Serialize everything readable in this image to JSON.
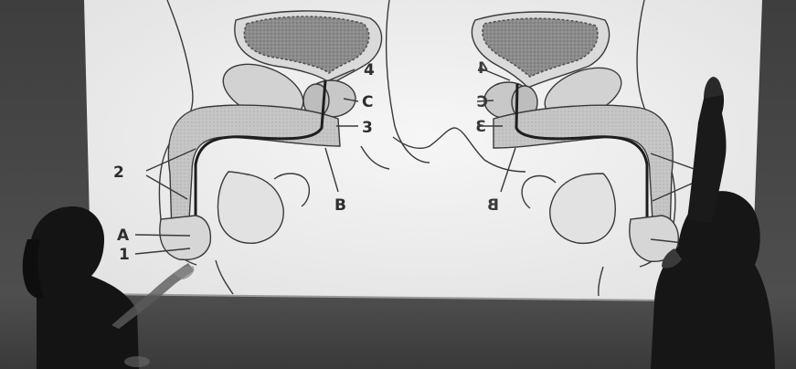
{
  "labels_left": {
    "four": "4",
    "c": "C",
    "three": "3",
    "two": "2",
    "b": "B",
    "a": "A",
    "one": "1"
  },
  "labels_right_mirrored": {
    "four": "4",
    "c": "C",
    "three": "3",
    "b": "B"
  },
  "colors": {
    "wall": "#4a4a4a",
    "screen": "#efefef",
    "organ_fill": "#8a8a8a",
    "tissue": "#c4c4c4",
    "outline": "#3a3a3a",
    "silhouette": "#151515"
  }
}
